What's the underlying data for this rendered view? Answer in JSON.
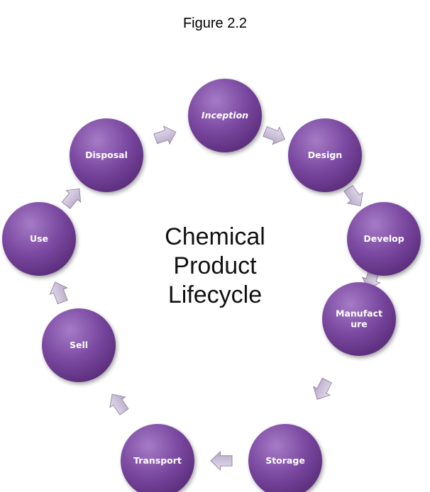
{
  "figure_title": "Figure 2.2",
  "center_label": [
    "Chemical",
    "Product",
    "Lifecycle"
  ],
  "colors": {
    "node_fill_light": "#8c5bb0",
    "node_fill_dark": "#5d2f7e",
    "arrow_fill": "#c9bfd4",
    "arrow_stroke": "#9a8aa8"
  },
  "stages": [
    {
      "label": [
        "Inception"
      ],
      "italic": true
    },
    {
      "label": [
        "Design"
      ]
    },
    {
      "label": [
        "Develop"
      ]
    },
    {
      "label": [
        "Manufact",
        "ure"
      ]
    },
    {
      "label": [
        "Storage"
      ]
    },
    {
      "label": [
        "Transport"
      ]
    },
    {
      "label": [
        "Sell"
      ]
    },
    {
      "label": [
        "Use"
      ]
    },
    {
      "label": [
        "Disposal"
      ]
    }
  ]
}
